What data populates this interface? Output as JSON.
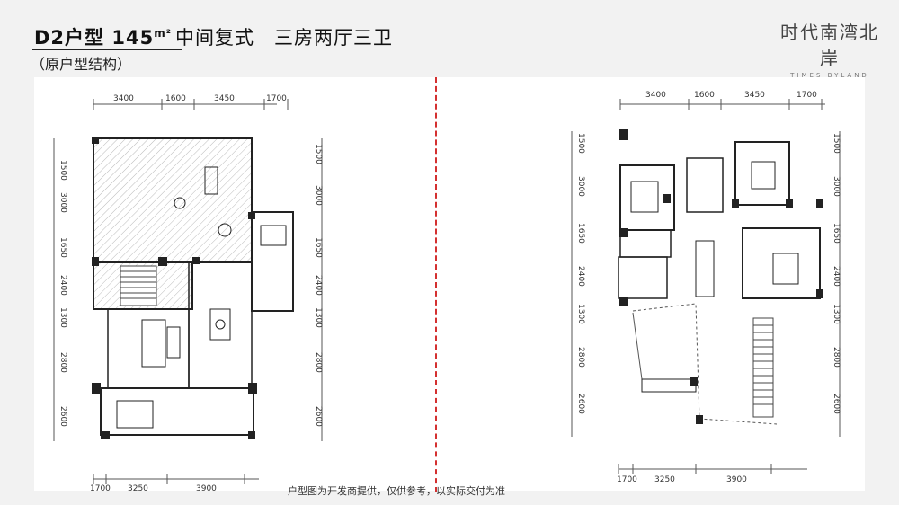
{
  "header": {
    "title_code": "D2户型 145",
    "area_unit": "m²",
    "title_rest": "中间复式　三房两厅三卫",
    "subtitle": "（原户型结构）"
  },
  "brand": {
    "name_cn": "时代南湾北岸",
    "name_en": "TIMES BYLAND"
  },
  "left_plan": {
    "top_dims": [
      "3400",
      "1600",
      "3450",
      "1700"
    ],
    "bottom_dims": [
      "1700",
      "3250",
      "3900"
    ],
    "side_dims": [
      "1500",
      "3000",
      "1650",
      "2400",
      "1300",
      "2800",
      "2600"
    ]
  },
  "right_plan": {
    "top_dims": [
      "3400",
      "1600",
      "3450",
      "1700"
    ],
    "bottom_dims": [
      "1700",
      "3250",
      "3900"
    ],
    "side_dims": [
      "1500",
      "3000",
      "1650",
      "2400",
      "1300",
      "2800",
      "2600"
    ]
  },
  "footer": {
    "note": "户型图为开发商提供，仅供参考，以实际交付为准"
  },
  "colors": {
    "divider": "#d43030",
    "wall": "#222222",
    "hatch": "#bbbbbb"
  }
}
